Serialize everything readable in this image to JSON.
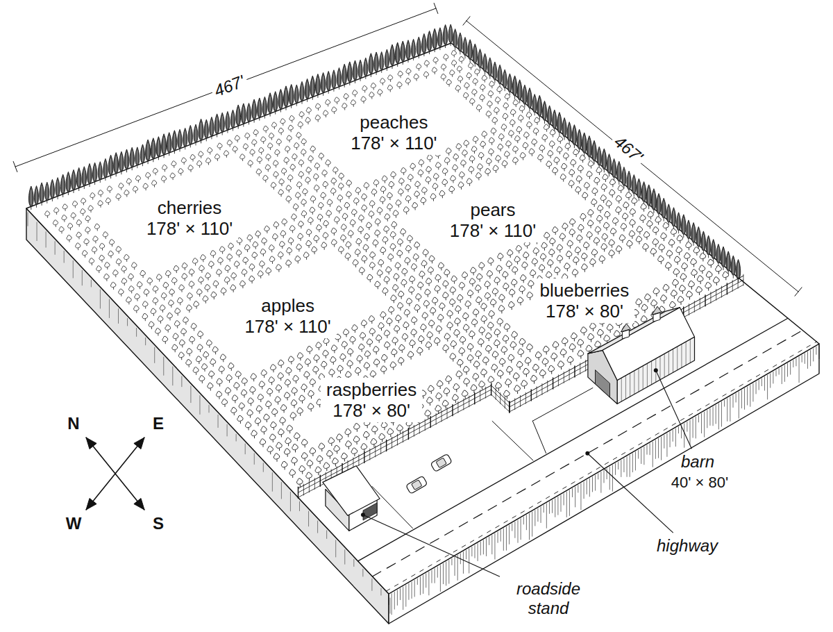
{
  "diagram": {
    "nodes": [
      {
        "text": [
          "peaches",
          "178' × 110'"
        ]
      },
      {
        "text": [
          "cherries",
          "178' × 110'"
        ]
      },
      {
        "text": [
          "pears",
          "178' × 110'"
        ]
      },
      {
        "text": [
          "apples",
          "178' × 110'"
        ]
      },
      {
        "text": [
          "blueberries",
          "178' × 80'"
        ]
      },
      {
        "text": [
          "raspberries",
          "178' × 80'"
        ]
      }
    ],
    "labels": [
      "467'",
      "467'",
      "N",
      "E",
      "W",
      "S",
      "barn",
      "40' × 80'",
      "highway",
      "roadside stand"
    ]
  }
}
